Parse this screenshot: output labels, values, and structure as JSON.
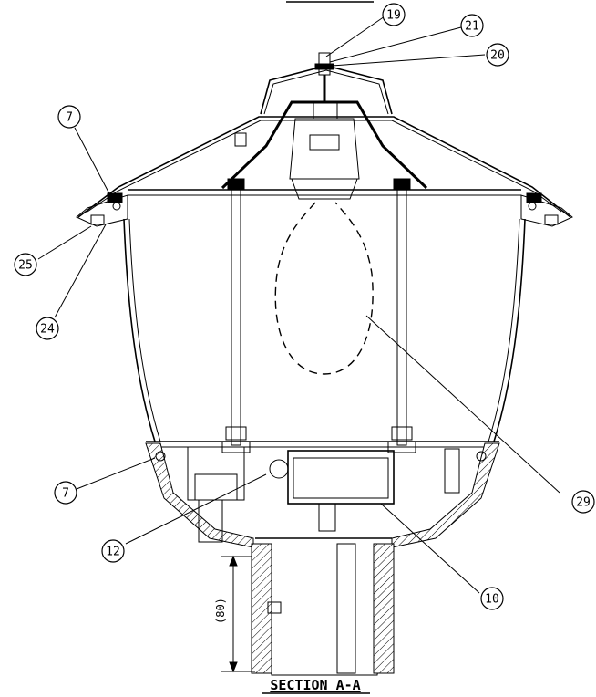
{
  "title": "SECTION A-A",
  "dimension_label": "(80)",
  "callouts": [
    {
      "id": "c19",
      "label": "19"
    },
    {
      "id": "c21",
      "label": "21"
    },
    {
      "id": "c20",
      "label": "20"
    },
    {
      "id": "c7a",
      "label": "7"
    },
    {
      "id": "c25",
      "label": "25"
    },
    {
      "id": "c24",
      "label": "24"
    },
    {
      "id": "c29",
      "label": "29"
    },
    {
      "id": "c7b",
      "label": "7"
    },
    {
      "id": "c12",
      "label": "12"
    },
    {
      "id": "c10",
      "label": "10"
    }
  ]
}
